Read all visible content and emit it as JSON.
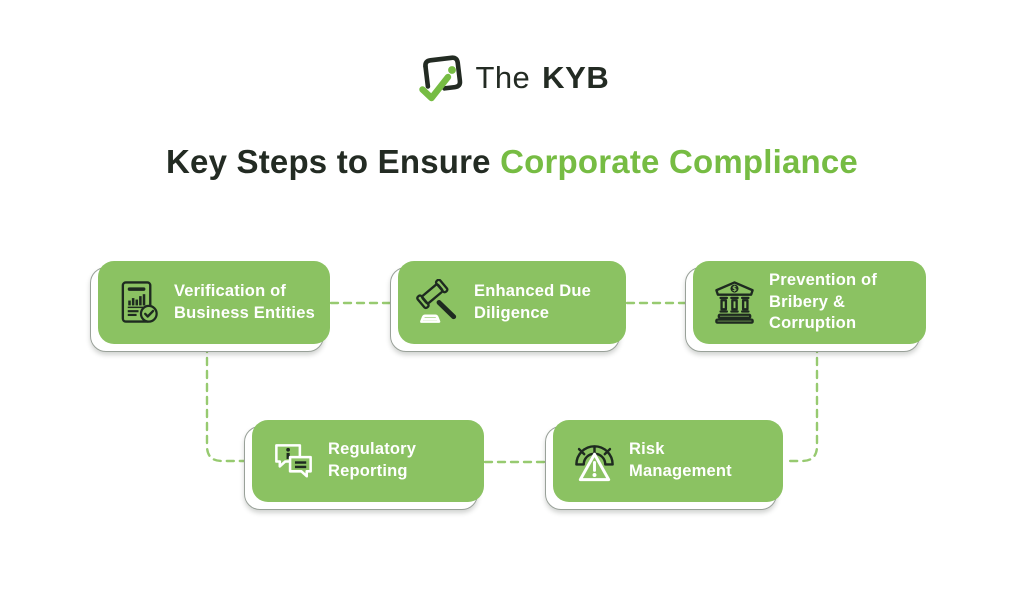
{
  "brand": {
    "prefix": "The",
    "name": "KYB",
    "logo_icon": "kyb-check-logo-icon"
  },
  "title": {
    "dark_part": "Key Steps to Ensure",
    "green_part": "Corporate Compliance"
  },
  "steps": [
    {
      "label": "Verification of\nBusiness Entities",
      "icon": "document-verification-icon"
    },
    {
      "label": "Enhanced Due\nDiligence",
      "icon": "gavel-icon"
    },
    {
      "label": "Prevention of\nBribery &\nCorruption",
      "icon": "bank-bribery-icon"
    },
    {
      "label": "Regulatory\nReporting",
      "icon": "chat-report-icon"
    },
    {
      "label": "Risk\nManagement",
      "icon": "risk-gauge-icon"
    }
  ],
  "theme": {
    "background": "#ffffff",
    "box_green": "#8bc262",
    "title_green": "#76bc43",
    "connector_green": "#97ca70",
    "ink": "#232b23",
    "icon_ink": "#1e2a20",
    "text_on_green": "#ffffff"
  }
}
